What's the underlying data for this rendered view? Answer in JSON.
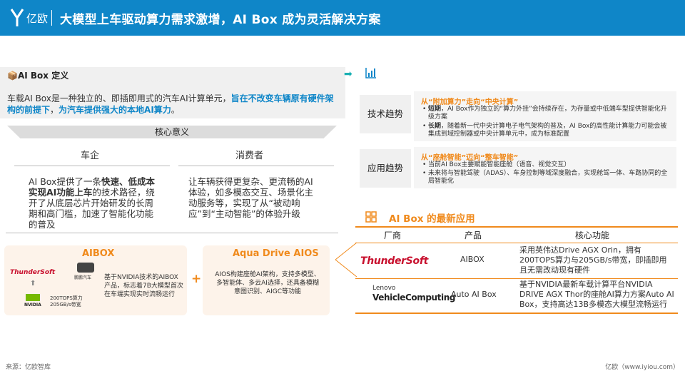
{
  "header": {
    "logo_text": "亿欧",
    "title": "大模型上车驱动算力需求激增，AI Box 成为灵活解决方案",
    "bg_color": "#0f86c8"
  },
  "definition": {
    "heading": "AI Box 定义",
    "body_plain_1": "车载AI Box是一种独立的、即插即用式的汽车AI计算单元，",
    "body_highlight_1": "旨在不改变车辆原有硬件架构的前提下",
    "body_plain_2": "，",
    "body_highlight_2": "为汽车提供强大的本地AI算力",
    "body_plain_3": "。"
  },
  "core_meaning": {
    "title": "核心意义",
    "columns": [
      {
        "heading": "车企",
        "text_a": "AI Box提供了一条",
        "text_b": "快速、低成本实现AI功能上车",
        "text_c": "的技术路径，绕开了从底层芯片开始研发的长周期和高门槛，加速了智能化功能的普及"
      },
      {
        "heading": "消费者",
        "text": "让车辆获得更复杂、更流畅的AI体验，如多模态交互、场景化主动服务等，实现了从“被动响应”到“主动智能”的体验升级"
      }
    ]
  },
  "cards": [
    {
      "title": "AIBOX",
      "logo_text": "ThunderSoft",
      "device_label": "鹏鹏汽车",
      "chip_label": "NVIDIA",
      "spec_text": "200TOPS算力\n205GB/s带宽",
      "desc": "基于NVIDIA技术的AIBOX产品，标志着7B大模型首次在车端实现实时流畅运行"
    },
    {
      "title": "Aqua Drive AIOS",
      "desc": "AIOS构建座舱AI架构，支持多模型、多智能体、多云AI选择，还具备模糊意图识别、AIGC等功能"
    }
  ],
  "plus_sign": "+",
  "trends": [
    {
      "label": "技术趋势",
      "heading": "从“附加算力”走向“中央计算”",
      "items": [
        {
          "bold": "短期",
          "text": "，AI Box作为独立的“算力外挂”会持续存在，为存量或中低端车型提供智能化升级方案"
        },
        {
          "bold": "长期",
          "text": "，随着新一代中央计算电子电气架构的普及，AI Box的高性能计算能力可能会被集成到域控制器或中央计算单元中，成为标准配置"
        }
      ]
    },
    {
      "label": "应用趋势",
      "heading": "从“座舱智能”迈向“整车智能”",
      "items": [
        {
          "bold": "",
          "text": "当前AI Box主要赋能智能座舱（语音、视觉交互）"
        },
        {
          "bold": "",
          "text": "未来将与智能驾驶（ADAS）、车身控制等域深度融合，实现舱驾一体、车路协同的全局智能化"
        }
      ]
    }
  ],
  "apps": {
    "title": "AI Box 的最新应用",
    "headers": [
      "厂商",
      "产品",
      "核心功能"
    ],
    "rows": [
      {
        "vendor": "ThunderSoft",
        "product": "AIBOX",
        "function": "采用英伟达Drive AGX Orin，拥有200TOPS算力与205GB/s带宽，即插即用且无需改动现有硬件"
      },
      {
        "vendor_line1": "Lenovo",
        "vendor_line2": "VehicleComputing",
        "product": "Auto AI Box",
        "function": "基于NVIDIA最新车载计算平台NVIDIA DRIVE AGX Thor的座舱AI算力方案Auto AI Box，支持高达13B多模态大模型流畅运行"
      }
    ]
  },
  "footer": {
    "source": "来源：亿欧智库",
    "site": "亿欧（www.iyiou.com）"
  }
}
